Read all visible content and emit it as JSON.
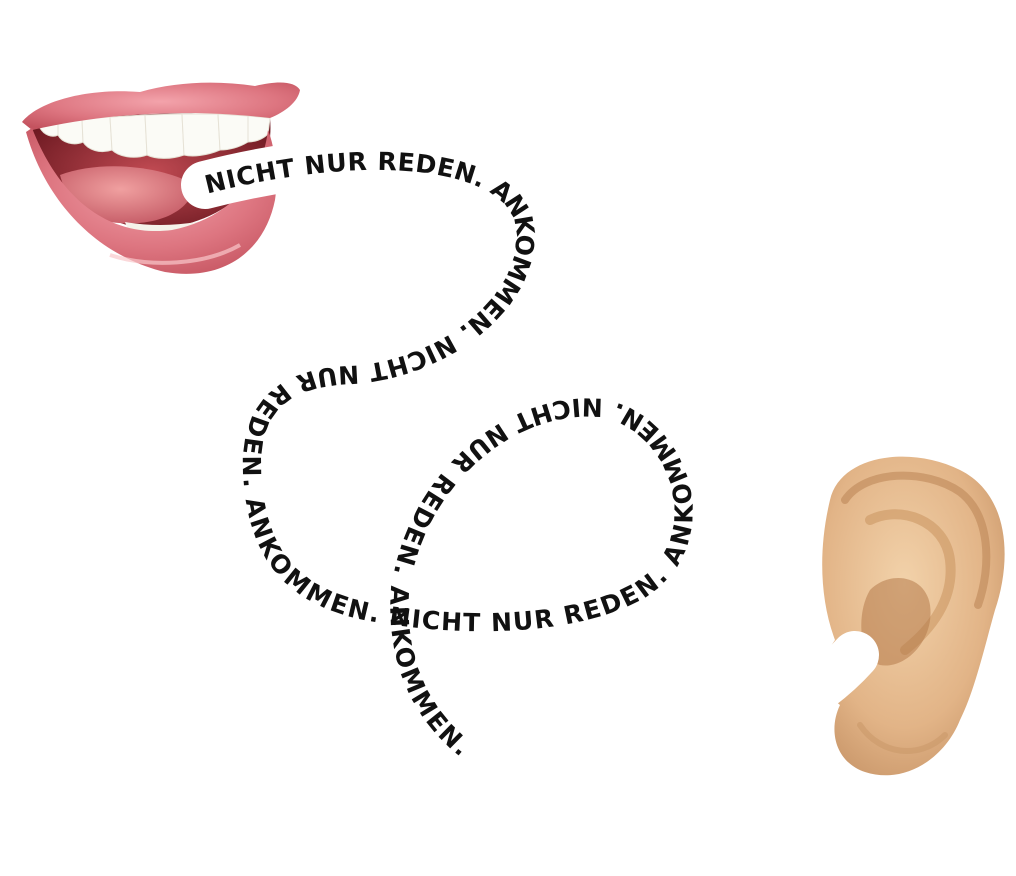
{
  "ribbon": {
    "text": "NICHT NUR REDEN. ANKOMMEN. NICHT NUR REDEN. ANKOMMEN. NICHT NUR REDEN. ANKOMMEN. NICHT NUR REDEN. ANKOMMEN.",
    "text_color": "#111111",
    "band_color": "#ffffff"
  },
  "illustration": {
    "mouth": "open-smiling-mouth",
    "ear": "human-ear"
  },
  "colors": {
    "lips": "#d9707c",
    "teeth": "#fbfbf6",
    "ear_skin": "#e3b98c"
  }
}
